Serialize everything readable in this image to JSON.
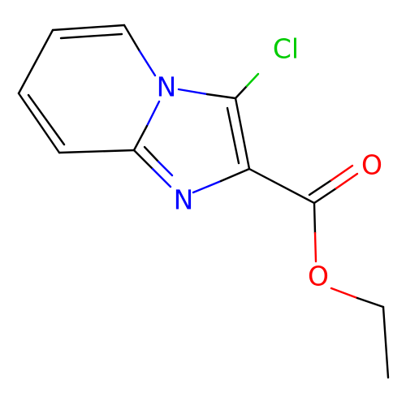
{
  "molecule": {
    "atoms": [
      {
        "id": "N1",
        "label": "N",
        "color": "#0000ff"
      },
      {
        "id": "N2",
        "label": "N",
        "color": "#0000ff"
      },
      {
        "id": "Cl",
        "label": "Cl",
        "color": "#00cc00"
      },
      {
        "id": "O1",
        "label": "O",
        "color": "#ff0000"
      },
      {
        "id": "O2",
        "label": "O",
        "color": "#ff0000"
      }
    ]
  }
}
